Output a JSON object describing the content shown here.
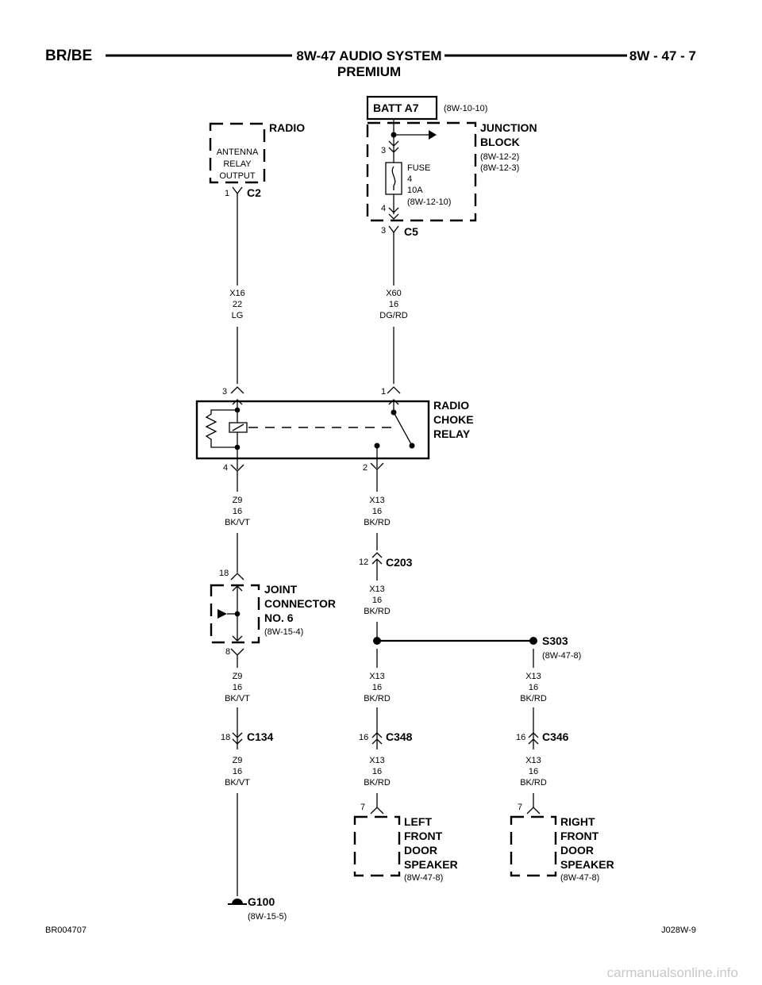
{
  "header": {
    "left": "BR/BE",
    "title_line1": "8W-47 AUDIO SYSTEM",
    "title_line2": "PREMIUM",
    "right": "8W - 47 - 7"
  },
  "batt": {
    "label": "BATT A7",
    "ref": "(8W-10-10)"
  },
  "radio": {
    "name": "RADIO",
    "box_line1": "ANTENNA",
    "box_line2": "RELAY",
    "box_line3": "OUTPUT",
    "pin": "1",
    "connector": "C2"
  },
  "junction_block": {
    "name_line1": "JUNCTION",
    "name_line2": "BLOCK",
    "ref1": "(8W-12-2)",
    "ref2": "(8W-12-3)",
    "pin_top": "3",
    "pin_bottom": "4",
    "fuse_line1": "FUSE",
    "fuse_line2": "4",
    "fuse_line3": "10A",
    "fuse_ref": "(8W-12-10)",
    "c5_pin": "3",
    "c5": "C5"
  },
  "wires": {
    "x16": {
      "line1": "X16",
      "line2": "22",
      "line3": "LG"
    },
    "x60": {
      "line1": "X60",
      "line2": "16",
      "line3": "DG/RD"
    },
    "z9_a": {
      "line1": "Z9",
      "line2": "16",
      "line3": "BK/VT"
    },
    "x13_a": {
      "line1": "X13",
      "line2": "16",
      "line3": "BK/RD"
    },
    "x13_b": {
      "line1": "X13",
      "line2": "16",
      "line3": "BK/RD"
    },
    "z9_b": {
      "line1": "Z9",
      "line2": "16",
      "line3": "BK/VT"
    },
    "x13_c": {
      "line1": "X13",
      "line2": "16",
      "line3": "BK/RD"
    },
    "x13_d": {
      "line1": "X13",
      "line2": "16",
      "line3": "BK/RD"
    },
    "z9_c": {
      "line1": "Z9",
      "line2": "16",
      "line3": "BK/VT"
    },
    "x13_e": {
      "line1": "X13",
      "line2": "16",
      "line3": "BK/RD"
    },
    "x13_f": {
      "line1": "X13",
      "line2": "16",
      "line3": "BK/RD"
    }
  },
  "choke_relay": {
    "name_line1": "RADIO",
    "name_line2": "CHOKE",
    "name_line3": "RELAY",
    "pin3": "3",
    "pin1": "1",
    "pin4": "4",
    "pin2": "2"
  },
  "c203": {
    "pin": "12",
    "label": "C203"
  },
  "joint_connector": {
    "name_line1": "JOINT",
    "name_line2": "CONNECTOR",
    "name_line3": "NO. 6",
    "ref": "(8W-15-4)",
    "pin_top": "18",
    "pin_bottom": "8"
  },
  "s303": {
    "label": "S303",
    "ref": "(8W-47-8)"
  },
  "c134": {
    "pin": "18",
    "label": "C134"
  },
  "c348": {
    "pin": "16",
    "label": "C348"
  },
  "c346": {
    "pin": "16",
    "label": "C346"
  },
  "left_speaker": {
    "pin": "7",
    "line1": "LEFT",
    "line2": "FRONT",
    "line3": "DOOR",
    "line4": "SPEAKER",
    "ref": "(8W-47-8)"
  },
  "right_speaker": {
    "pin": "7",
    "line1": "RIGHT",
    "line2": "FRONT",
    "line3": "DOOR",
    "line4": "SPEAKER",
    "ref": "(8W-47-8)"
  },
  "ground": {
    "label": "G100",
    "ref": "(8W-15-5)"
  },
  "footer": {
    "left": "BR004707",
    "right": "J028W-9"
  },
  "watermark": "carmanualsonline.info"
}
